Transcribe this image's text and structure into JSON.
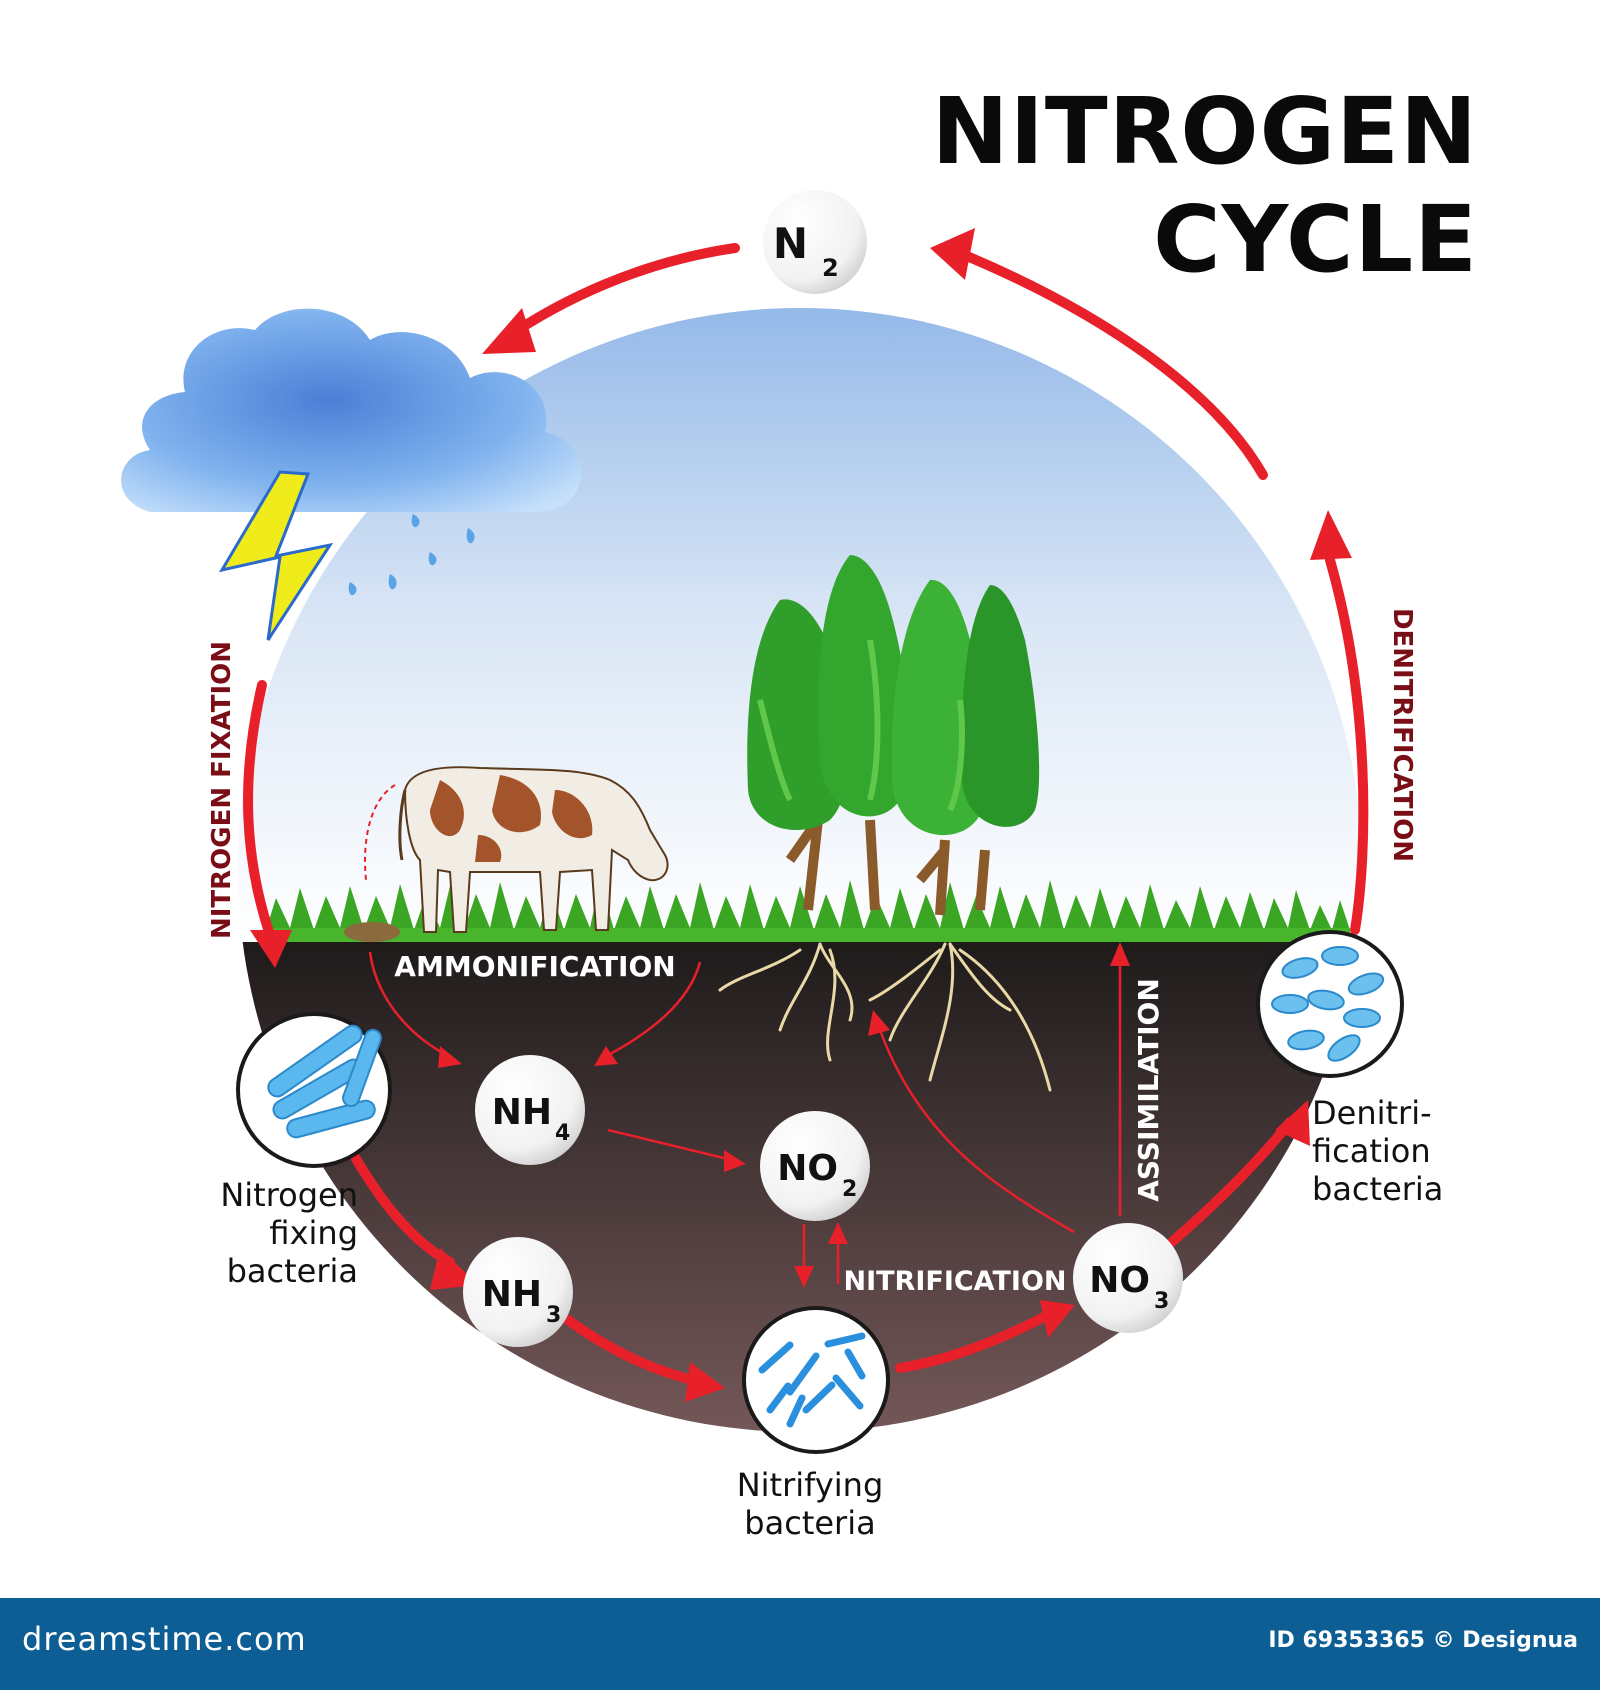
{
  "title": {
    "line1": "NITROGEN",
    "line2": "CYCLE"
  },
  "molecules": {
    "n2": {
      "base": "N",
      "sub": "2"
    },
    "nh4": {
      "base": "NH",
      "sub": "4"
    },
    "no2": {
      "base": "NO",
      "sub": "2"
    },
    "nh3": {
      "base": "NH",
      "sub": "3"
    },
    "no3": {
      "base": "NO",
      "sub": "3"
    }
  },
  "processes": {
    "nitrogen_fixation": "NITROGEN FIXATION",
    "denitrification": "DENITRIFICATION",
    "ammonification": "AMMONIFICATION",
    "assimilation": "ASSIMILATION",
    "nitrification": "NITRIFICATION"
  },
  "bacteria": {
    "fixing": [
      "Nitrogen",
      "fixing",
      "bacteria"
    ],
    "nitrifying": [
      "Nitrifying",
      "bacteria"
    ],
    "denitrification": [
      "Denitri-",
      "fication",
      "bacteria"
    ]
  },
  "footer": {
    "site": "dreamstime.com",
    "id": "ID 69353365 © Designua"
  },
  "colors": {
    "arrow_red": "#e8202a",
    "label_dark_red": "#7a0e16",
    "soil_top": "#231e1e",
    "soil_bottom": "#7d5b5c",
    "sky_top": "#8fb7e9",
    "grass": "#39a822",
    "tree": "#2e9c2a",
    "bacteria_blue": "#3fa6e0",
    "footer_bg": "#0d5e95"
  }
}
